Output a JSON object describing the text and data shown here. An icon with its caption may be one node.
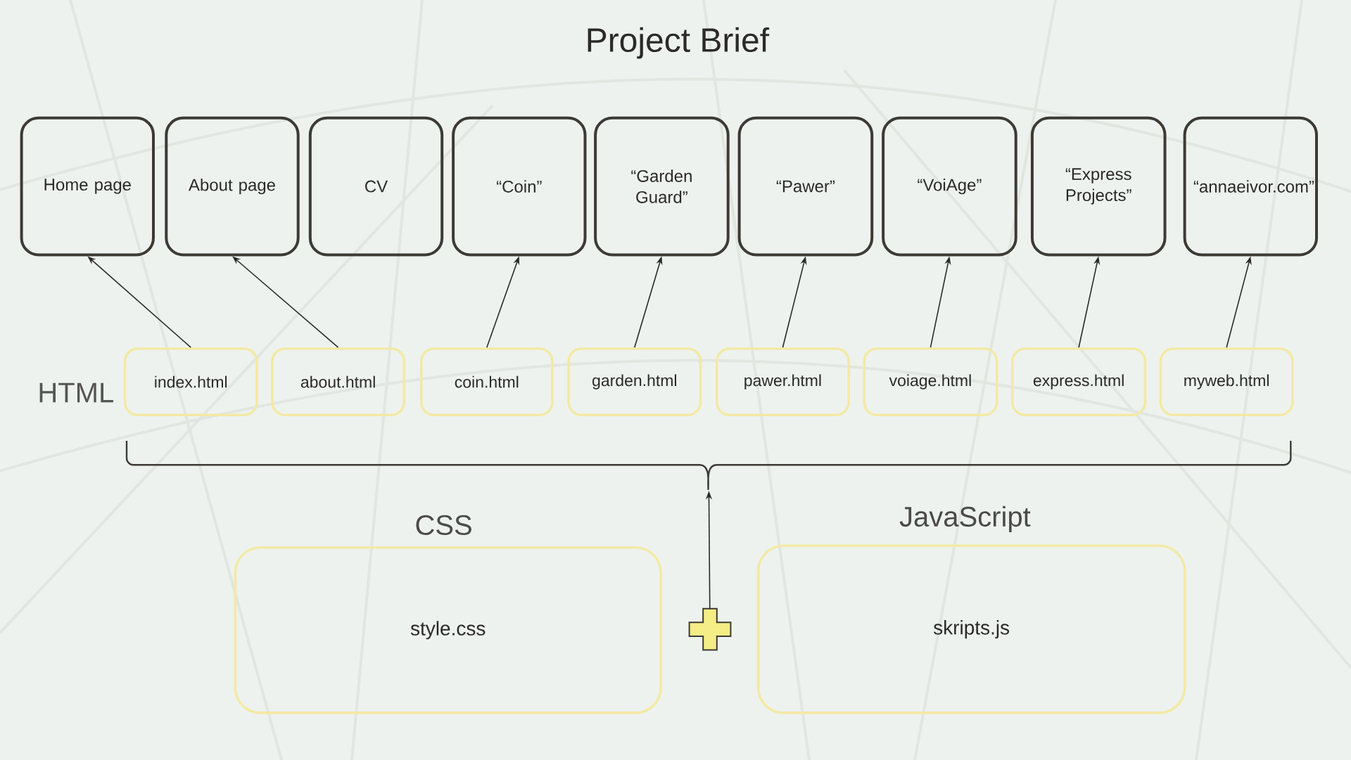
{
  "diagram": {
    "title": "Project Brief",
    "nodes": [
      {
        "text": [
          "Home page"
        ]
      },
      {
        "text": [
          "About page"
        ]
      },
      {
        "text": [
          "CV"
        ]
      },
      {
        "text": [
          "“Coin”"
        ]
      },
      {
        "text": [
          "“Garden Guard”"
        ]
      },
      {
        "text": [
          "“Pawer”"
        ]
      },
      {
        "text": [
          "“VoiAge”"
        ]
      },
      {
        "text": [
          "“Express Projects”"
        ]
      },
      {
        "text": [
          "“annaeivor.com”"
        ]
      },
      {
        "text": [
          "index.html"
        ]
      },
      {
        "text": [
          "about.html"
        ]
      },
      {
        "text": [
          "coin.html"
        ]
      },
      {
        "text": [
          "garden.html"
        ]
      },
      {
        "text": [
          "pawer.html"
        ]
      },
      {
        "text": [
          "voiage.html"
        ]
      },
      {
        "text": [
          "express.html"
        ]
      },
      {
        "text": [
          "myweb.html"
        ]
      },
      {
        "text": [
          "CSS",
          "style.css"
        ]
      },
      {
        "text": [],
        "shape": "plus"
      },
      {
        "text": [
          "JavaScript",
          "skripts.js"
        ]
      },
      {
        "text": [],
        "shape": "bracket"
      }
    ],
    "edges": [
      {
        "from": 9,
        "to": 0,
        "arrow": "to"
      },
      {
        "from": 10,
        "to": 1,
        "arrow": "to"
      },
      {
        "from": 11,
        "to": 3,
        "arrow": "to"
      },
      {
        "from": 12,
        "to": 4,
        "arrow": "to"
      },
      {
        "from": 13,
        "to": 5,
        "arrow": "to"
      },
      {
        "from": 14,
        "to": 6,
        "arrow": "to"
      },
      {
        "from": 15,
        "to": 7,
        "arrow": "to"
      },
      {
        "from": 16,
        "to": 8,
        "arrow": "to"
      },
      {
        "from": 18,
        "to": 20,
        "arrow": "to"
      }
    ],
    "labels": [
      "HTML"
    ]
  }
}
